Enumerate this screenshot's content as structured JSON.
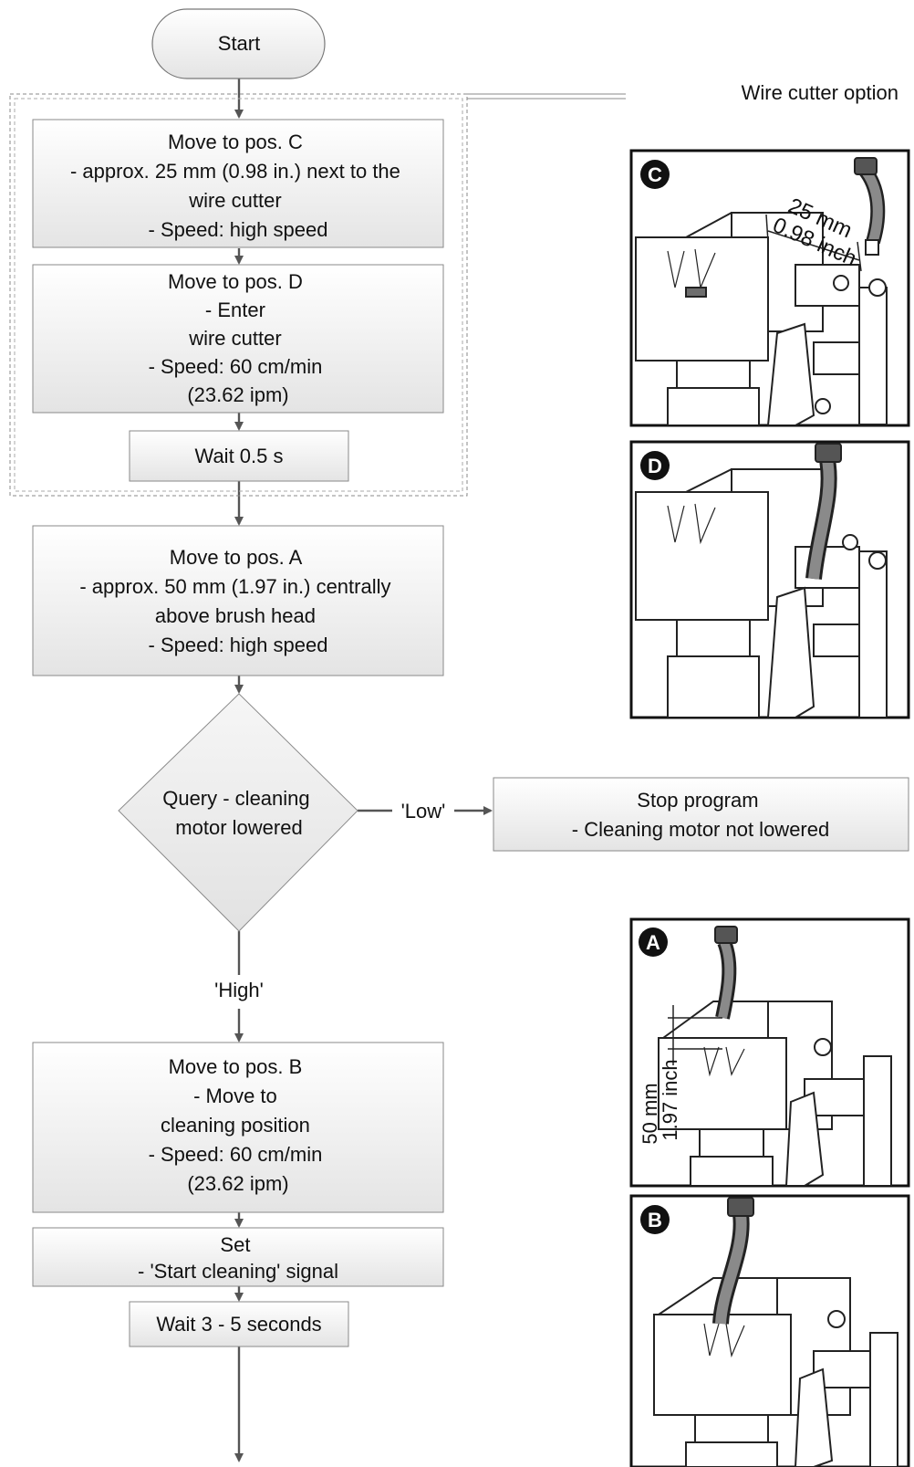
{
  "start_label": "Start",
  "option_label": "Wire cutter option",
  "steps": {
    "pos_c": [
      "Move to pos. C",
      "- approx. 25 mm (0.98 in.) next to the",
      "wire cutter",
      "- Speed: high speed"
    ],
    "pos_d": [
      "Move to pos. D",
      "- Enter",
      "wire cutter",
      "- Speed: 60 cm/min",
      "(23.62 ipm)"
    ],
    "wait_short": "Wait 0.5 s",
    "pos_a": [
      "Move to pos. A",
      "- approx. 50 mm (1.97 in.) centrally",
      "above brush head",
      "- Speed: high speed"
    ],
    "pos_b": [
      "Move to pos. B",
      "- Move to",
      "cleaning position",
      "- Speed: 60 cm/min",
      "(23.62 ipm)"
    ],
    "set_signal": [
      "Set",
      "- 'Start cleaning' signal"
    ],
    "wait_long": "Wait 3 - 5 seconds"
  },
  "decision": {
    "label": [
      "Query - cleaning",
      "motor lowered"
    ],
    "low_label": "'Low'",
    "high_label": "'High'"
  },
  "stop_box": [
    "Stop program",
    "- Cleaning motor not lowered"
  ],
  "photos": {
    "c": {
      "badge": "C",
      "dim_mm": "25 mm",
      "dim_inch": "0.98 inch"
    },
    "d": {
      "badge": "D"
    },
    "a": {
      "badge": "A",
      "dim_mm": "50 mm",
      "dim_inch": "1.97 inch"
    },
    "b": {
      "badge": "B"
    }
  },
  "colors": {
    "box_top": "#ffffff",
    "box_bottom": "#e6e6e6",
    "connector": "#555555",
    "decision_fill": "#eeeeee"
  }
}
